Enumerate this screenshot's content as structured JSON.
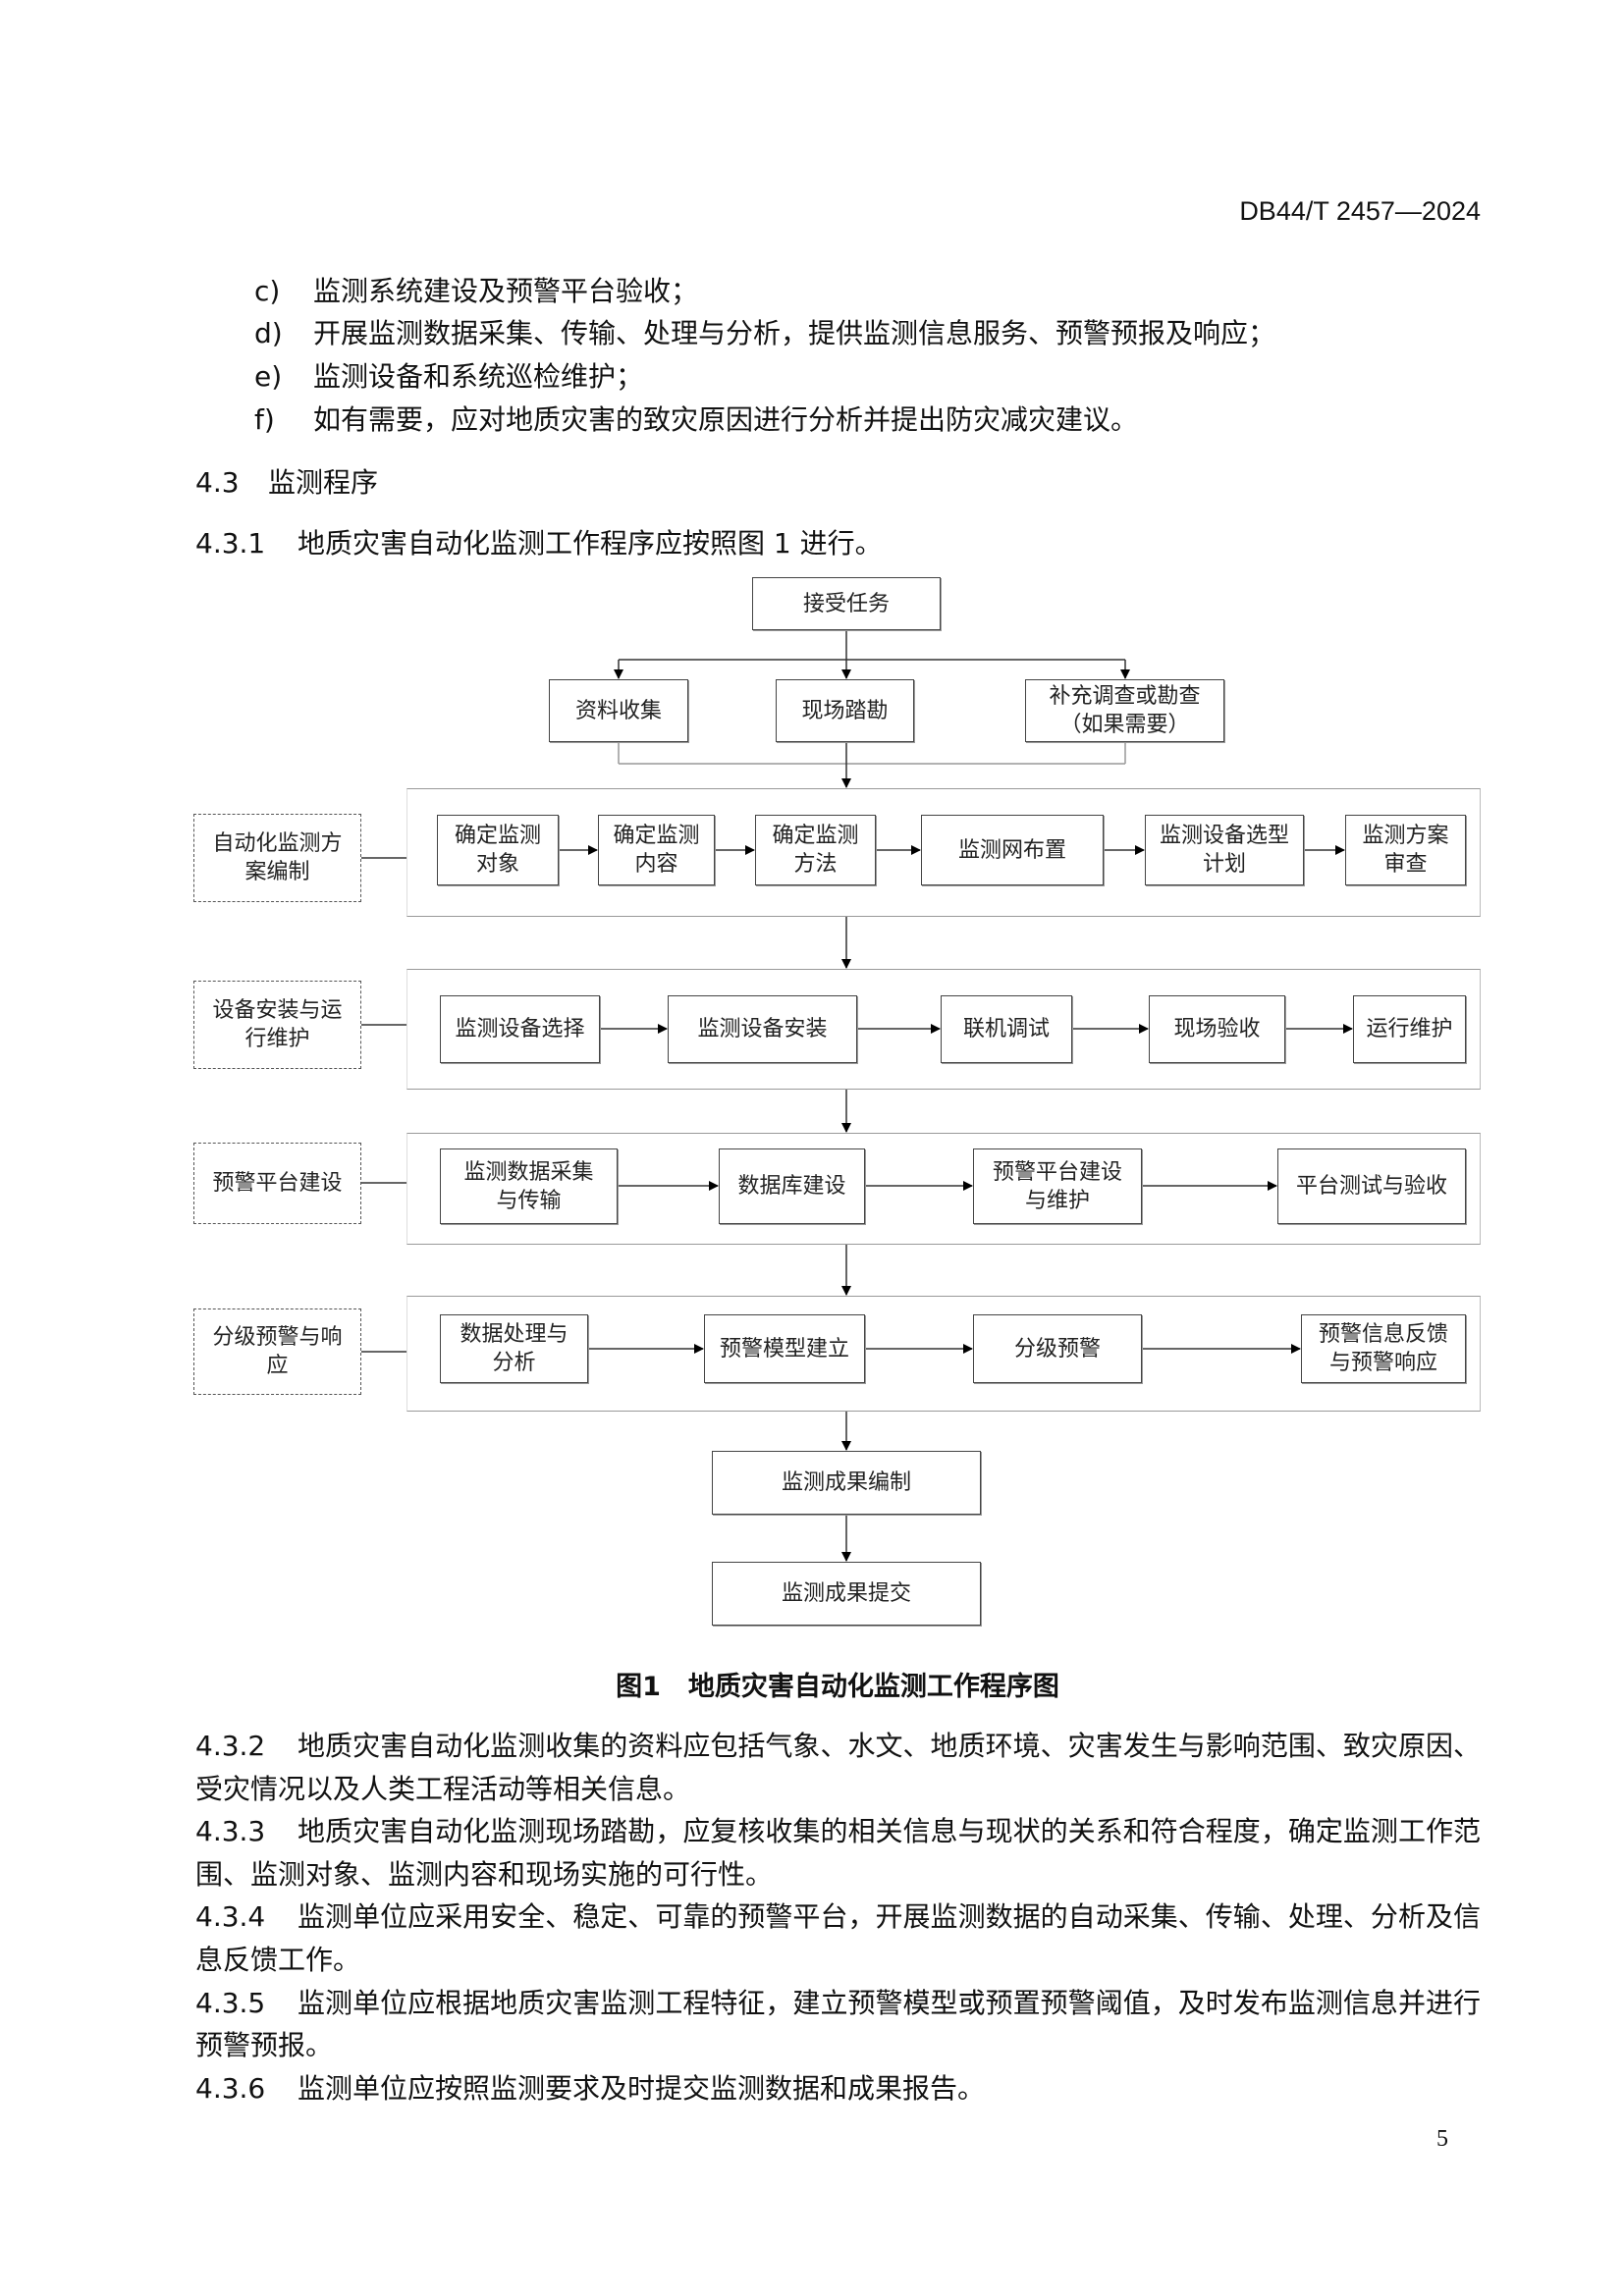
{
  "header": {
    "doc_code": "DB44/T 2457—2024"
  },
  "list_items": [
    {
      "label": "c)",
      "text": "监测系统建设及预警平台验收；"
    },
    {
      "label": "d)",
      "text": "开展监测数据采集、传输、处理与分析，提供监测信息服务、预警预报及响应；"
    },
    {
      "label": "e)",
      "text": "监测设备和系统巡检维护；"
    },
    {
      "label": "f)",
      "text": "如有需要，应对地质灾害的致灾原因进行分析并提出防灾减灾建议。"
    }
  ],
  "section": {
    "number": "4.3",
    "title": "监测程序"
  },
  "clause_431": {
    "number": "4.3.1",
    "text": "地质灾害自动化监测工作程序应按照图 1 进行。"
  },
  "flowchart": {
    "start": "接受任务",
    "branches": [
      "资料收集",
      "现场踏勘",
      "补充调查或勘查\n（如果需要）"
    ],
    "stages": [
      {
        "label": "自动化监测方\n案编制",
        "steps": [
          "确定监测\n对象",
          "确定监测\n内容",
          "确定监测\n方法",
          "监测网布置",
          "监测设备选型\n计划",
          "监测方案\n审查"
        ]
      },
      {
        "label": "设备安装与运\n行维护",
        "steps": [
          "监测设备选择",
          "监测设备安装",
          "联机调试",
          "现场验收",
          "运行维护"
        ]
      },
      {
        "label": "预警平台建设",
        "steps": [
          "监测数据采集\n与传输",
          "数据库建设",
          "预警平台建设\n与维护",
          "平台测试与验收"
        ]
      },
      {
        "label": "分级预警与响\n应",
        "steps": [
          "数据处理与\n分析",
          "预警模型建立",
          "分级预警",
          "预警信息反馈\n与预警响应"
        ]
      }
    ],
    "end_steps": [
      "监测成果编制",
      "监测成果提交"
    ]
  },
  "figure": {
    "number": "图1",
    "title": "地质灾害自动化监测工作程序图"
  },
  "clauses": [
    {
      "number": "4.3.2",
      "text": "地质灾害自动化监测收集的资料应包括气象、水文、地质环境、灾害发生与影响范围、致灾原因、受灾情况以及人类工程活动等相关信息。"
    },
    {
      "number": "4.3.3",
      "text": "地质灾害自动化监测现场踏勘，应复核收集的相关信息与现状的关系和符合程度，确定监测工作范围、监测对象、监测内容和现场实施的可行性。"
    },
    {
      "number": "4.3.4",
      "text": "监测单位应采用安全、稳定、可靠的预警平台，开展监测数据的自动采集、传输、处理、分析及信息反馈工作。"
    },
    {
      "number": "4.3.5",
      "text": "监测单位应根据地质灾害监测工程特征，建立预警模型或预置预警阈值，及时发布监测信息并进行预警预报。"
    },
    {
      "number": "4.3.6",
      "text": "监测单位应按照监测要求及时提交监测数据和成果报告。"
    }
  ],
  "page_number": "5"
}
